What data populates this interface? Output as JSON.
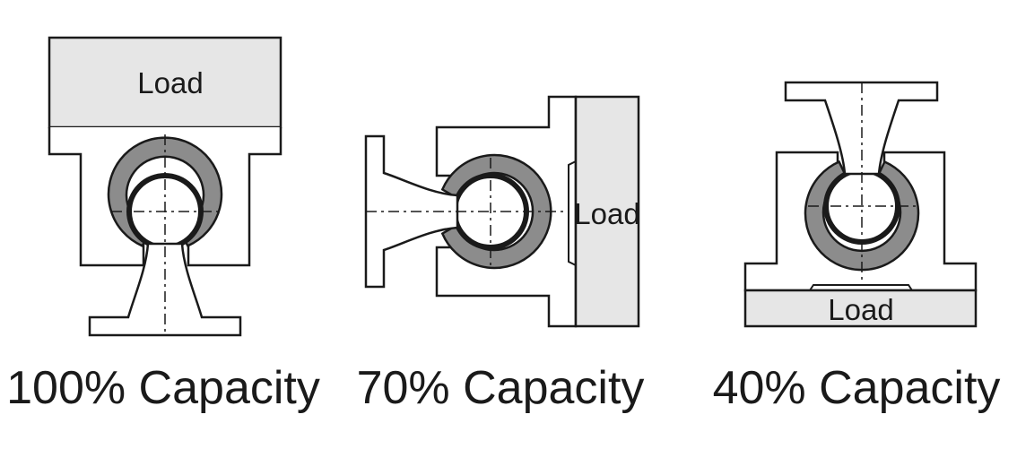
{
  "diagrams": [
    {
      "load_label": "Load",
      "caption": "100% Capacity"
    },
    {
      "load_label": "Load",
      "caption": "70% Capacity"
    },
    {
      "load_label": "Load",
      "caption": "40% Capacity"
    }
  ],
  "colors": {
    "line": "#1a1a1a",
    "load_fill": "#e6e6e6",
    "bearing_ring": "#8c8c8c",
    "background": "#ffffff"
  }
}
